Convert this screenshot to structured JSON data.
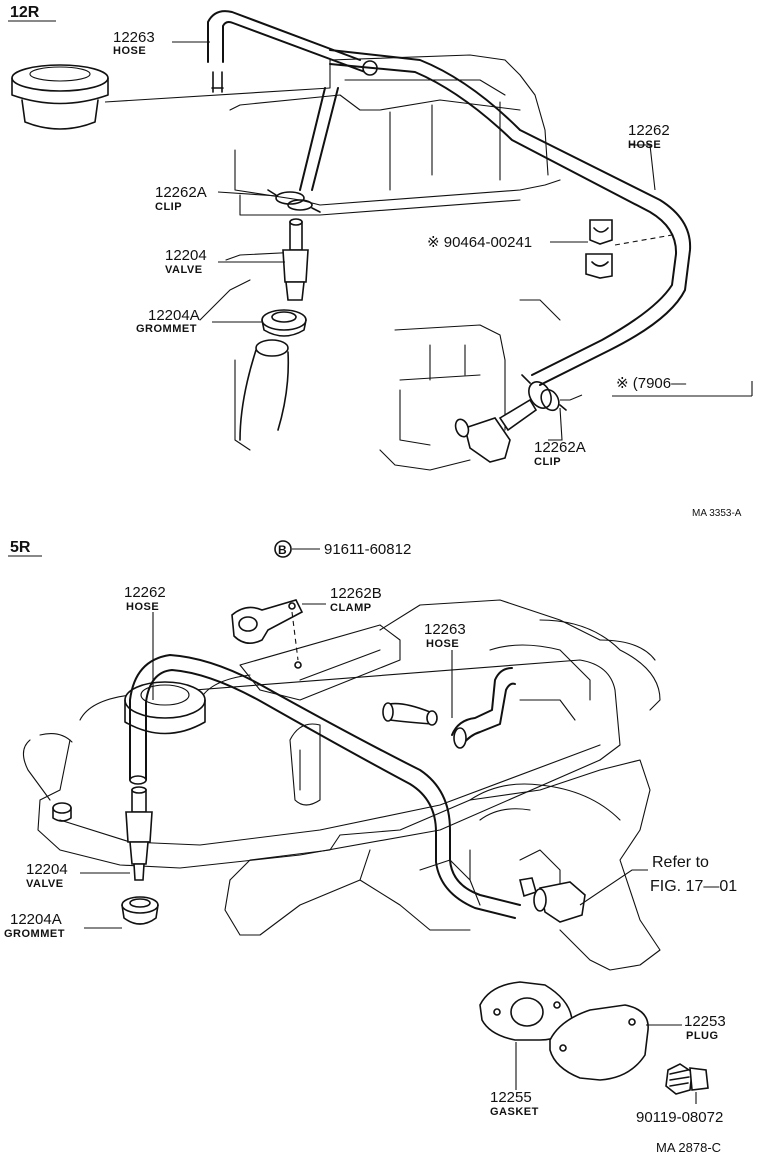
{
  "sections": [
    {
      "id": "12R",
      "label": "12R",
      "marker": "MA 3353-A",
      "parts": [
        {
          "number": "12263",
          "name": "HOSE"
        },
        {
          "number": "12262",
          "name": "HOSE"
        },
        {
          "number": "12262A",
          "name": "CLIP"
        },
        {
          "number": "12204",
          "name": "VALVE"
        },
        {
          "number": "12204A",
          "name": "GROMMET"
        },
        {
          "number": "12262A",
          "name": "CLIP"
        },
        {
          "number": "※ 90464-00241",
          "name": ""
        },
        {
          "number": "※ (7906—",
          "name": ""
        }
      ]
    },
    {
      "id": "5R",
      "label": "5R",
      "marker": "MA  2878-C",
      "bolt_callout": {
        "symbol": "B",
        "number": "91611-60812"
      },
      "refer": {
        "line1": "Refer to",
        "line2": "FIG. 17—01"
      },
      "parts": [
        {
          "number": "12262",
          "name": "HOSE"
        },
        {
          "number": "12262B",
          "name": "CLAMP"
        },
        {
          "number": "12263",
          "name": "HOSE"
        },
        {
          "number": "12204",
          "name": "VALVE"
        },
        {
          "number": "12204A",
          "name": "GROMMET"
        },
        {
          "number": "12253",
          "name": "PLUG"
        },
        {
          "number": "12255",
          "name": "GASKET"
        },
        {
          "number": "90119-08072",
          "name": ""
        }
      ]
    }
  ]
}
